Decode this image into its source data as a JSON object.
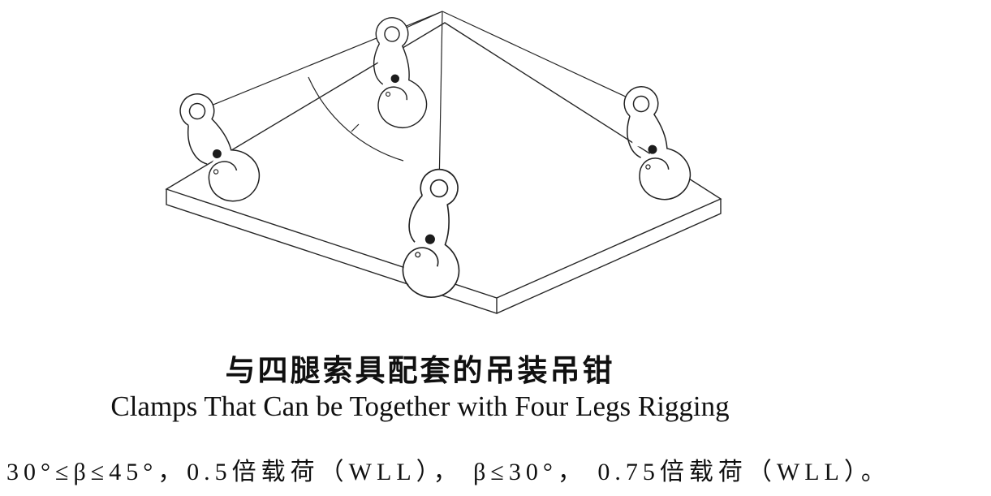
{
  "page": {
    "background_color": "#ffffff",
    "ink_color": "#1c1c1c"
  },
  "diagram": {
    "kind": "technical-line-drawing",
    "description": "Isometric wireframe of a flat plate lifted at four points by vertical plate clamps joined by a four-leg sling meeting at one apex; an arc indicates the sling angle to vertical",
    "clamp_count": 4,
    "elements": [
      "plate",
      "four lifting clamps",
      "four sling legs",
      "apex point",
      "angle arc"
    ]
  },
  "captions": {
    "title_cn": "与四腿索具配套的吊装吊钳",
    "title_en": "Clamps That Can be Together with Four Legs Rigging",
    "spec_line": "30°≤β≤45°，0.5倍载荷（WLL）， β≤30°， 0.75倍载荷（WLL）。"
  }
}
